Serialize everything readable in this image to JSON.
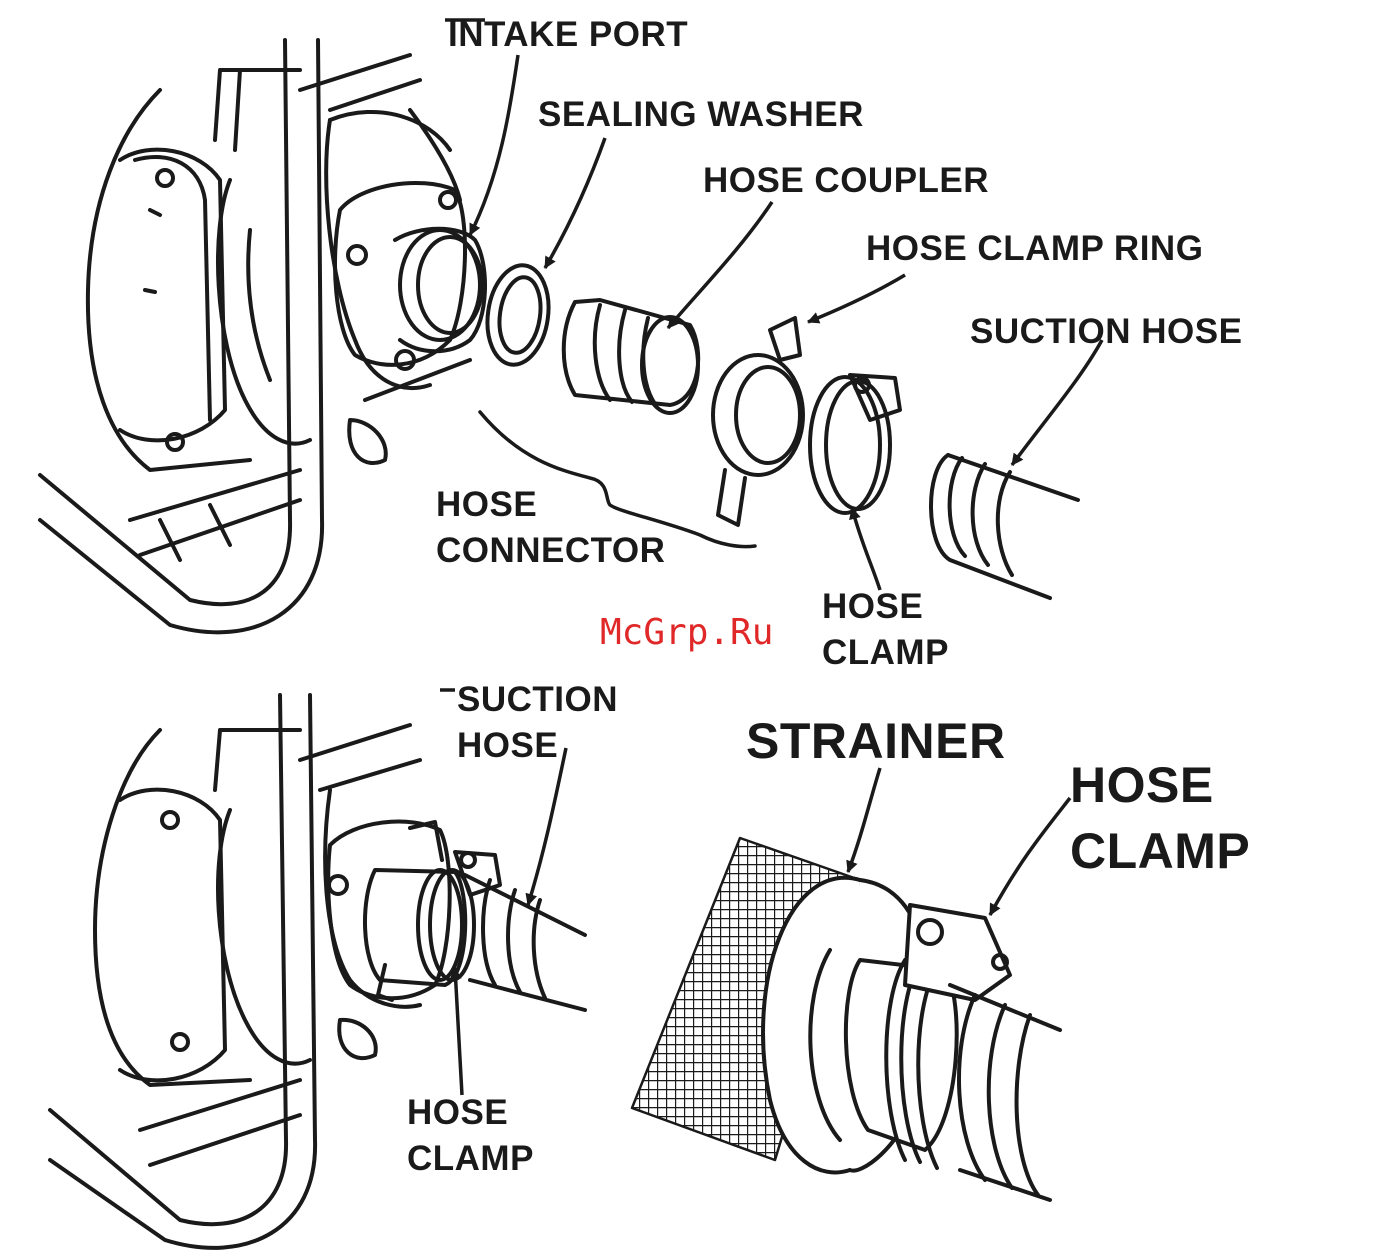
{
  "labels": {
    "intake_port": "INTAKE PORT",
    "sealing_washer": "SEALING WASHER",
    "hose_coupler": "HOSE COUPLER",
    "hose_clamp_ring": "HOSE CLAMP RING",
    "suction_hose_top": "SUCTION HOSE",
    "hose_connector": [
      "HOSE",
      "CONNECTOR"
    ],
    "hose_clamp_top": [
      "HOSE",
      "CLAMP"
    ],
    "suction_hose_bottom": [
      "SUCTION",
      "HOSE"
    ],
    "hose_clamp_bottom": [
      "HOSE",
      "CLAMP"
    ],
    "strainer": "STRAINER",
    "hose_clamp_strainer": [
      "HOSE",
      "CLAMP"
    ]
  },
  "watermark": "McGrp.Ru",
  "colors": {
    "ink": "#1a1a1a",
    "watermark": "#e02828",
    "background": "#ffffff"
  }
}
